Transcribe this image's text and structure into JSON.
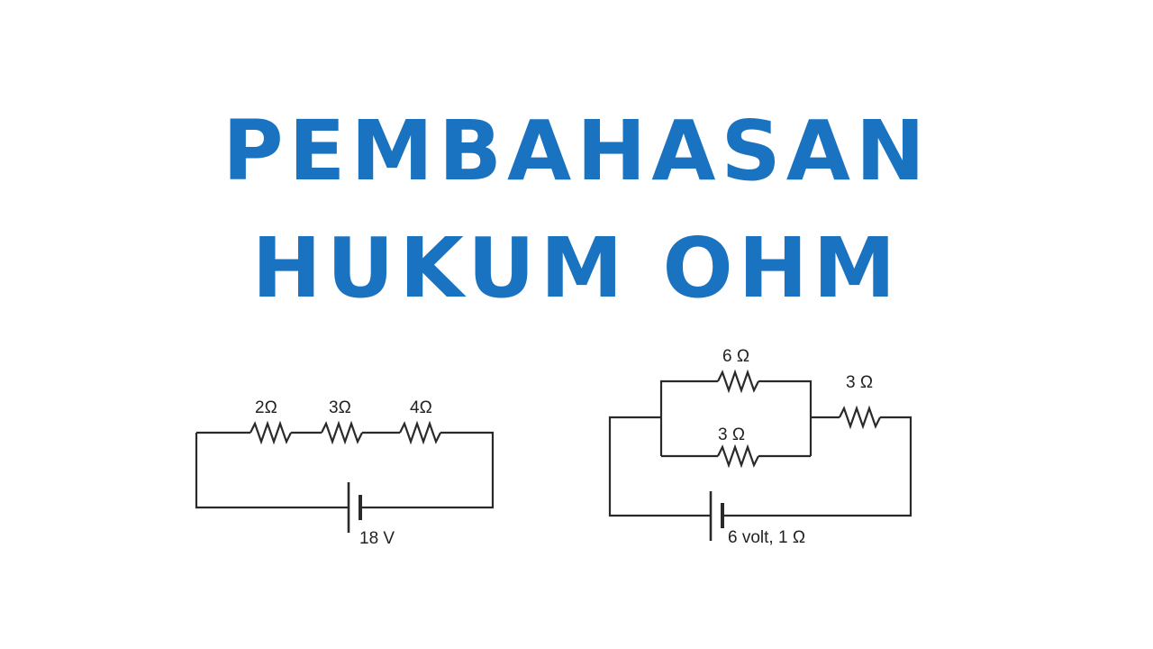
{
  "title": {
    "line1": "PEMBAHASAN",
    "line2": "HUKUM OHM",
    "color": "#1a73c0"
  },
  "series_circuit": {
    "resistors": [
      "2Ω",
      "3Ω",
      "4Ω"
    ],
    "battery": "18 V"
  },
  "mixed_circuit": {
    "parallel_top": "6 Ω",
    "parallel_bottom": "3 Ω",
    "series": "3 Ω",
    "battery": "6 volt, 1 Ω"
  }
}
